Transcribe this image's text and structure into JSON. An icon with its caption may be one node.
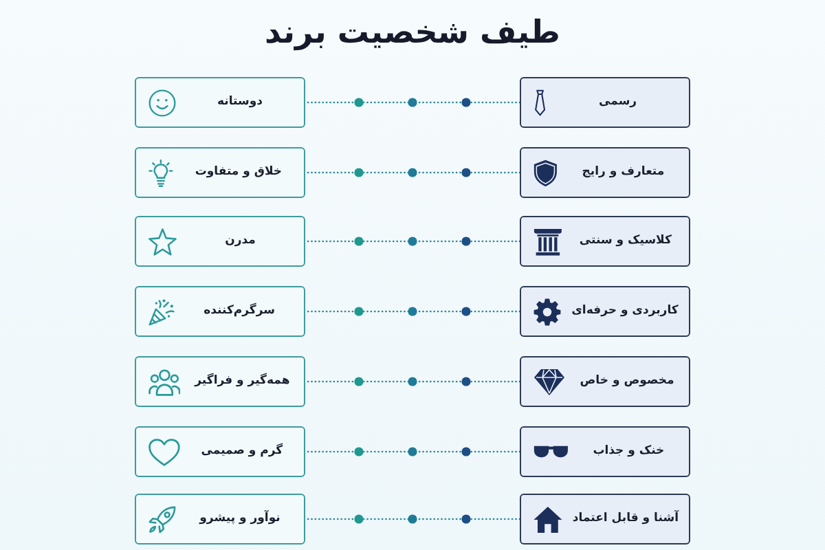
{
  "diagram": {
    "title": "طیف شخصیت برند",
    "nodes": [
      {
        "text": [
          "رسمی"
        ]
      },
      {
        "text": [
          "دوستانه"
        ]
      },
      {
        "text": [
          "متعارف و رایج"
        ]
      },
      {
        "text": [
          "خلاق و متفاوت"
        ]
      },
      {
        "text": [
          "کلاسیک و سنتی"
        ]
      },
      {
        "text": [
          "مدرن"
        ]
      },
      {
        "text": [
          "کاربردی و حرفه‌ای"
        ]
      },
      {
        "text": [
          "سرگرم‌کننده"
        ]
      },
      {
        "text": [
          "مخصوص و خاص"
        ]
      },
      {
        "text": [
          "همه‌گیر و فراگیر"
        ]
      },
      {
        "text": [
          "خنک و جذاب"
        ]
      },
      {
        "text": [
          "گرم و صمیمی"
        ]
      },
      {
        "text": [
          "آشنا و قابل اعتماد"
        ]
      },
      {
        "text": [
          "نوآور و پیشرو"
        ]
      }
    ],
    "edges": [
      {
        "from": 0,
        "to": 1,
        "arrow": "none"
      },
      {
        "from": 2,
        "to": 3,
        "arrow": "none"
      },
      {
        "from": 4,
        "to": 5,
        "arrow": "none"
      },
      {
        "from": 6,
        "to": 7,
        "arrow": "none"
      },
      {
        "from": 8,
        "to": 9,
        "arrow": "none"
      },
      {
        "from": 10,
        "to": 11,
        "arrow": "none"
      },
      {
        "from": 12,
        "to": 13,
        "arrow": "none"
      }
    ]
  }
}
